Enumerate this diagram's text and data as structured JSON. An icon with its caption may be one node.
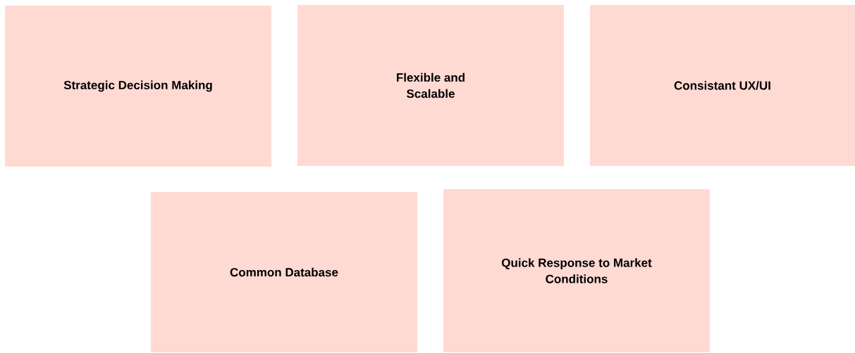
{
  "diagram": {
    "nodes": [
      {
        "text": [
          "Strategic Decision Making"
        ]
      },
      {
        "text": [
          "Flexible and Scalable"
        ]
      },
      {
        "text": [
          "Consistant UX/UI"
        ]
      },
      {
        "text": [
          "Common Database"
        ]
      },
      {
        "text": [
          "Quick Response to Market Conditions"
        ]
      }
    ]
  }
}
